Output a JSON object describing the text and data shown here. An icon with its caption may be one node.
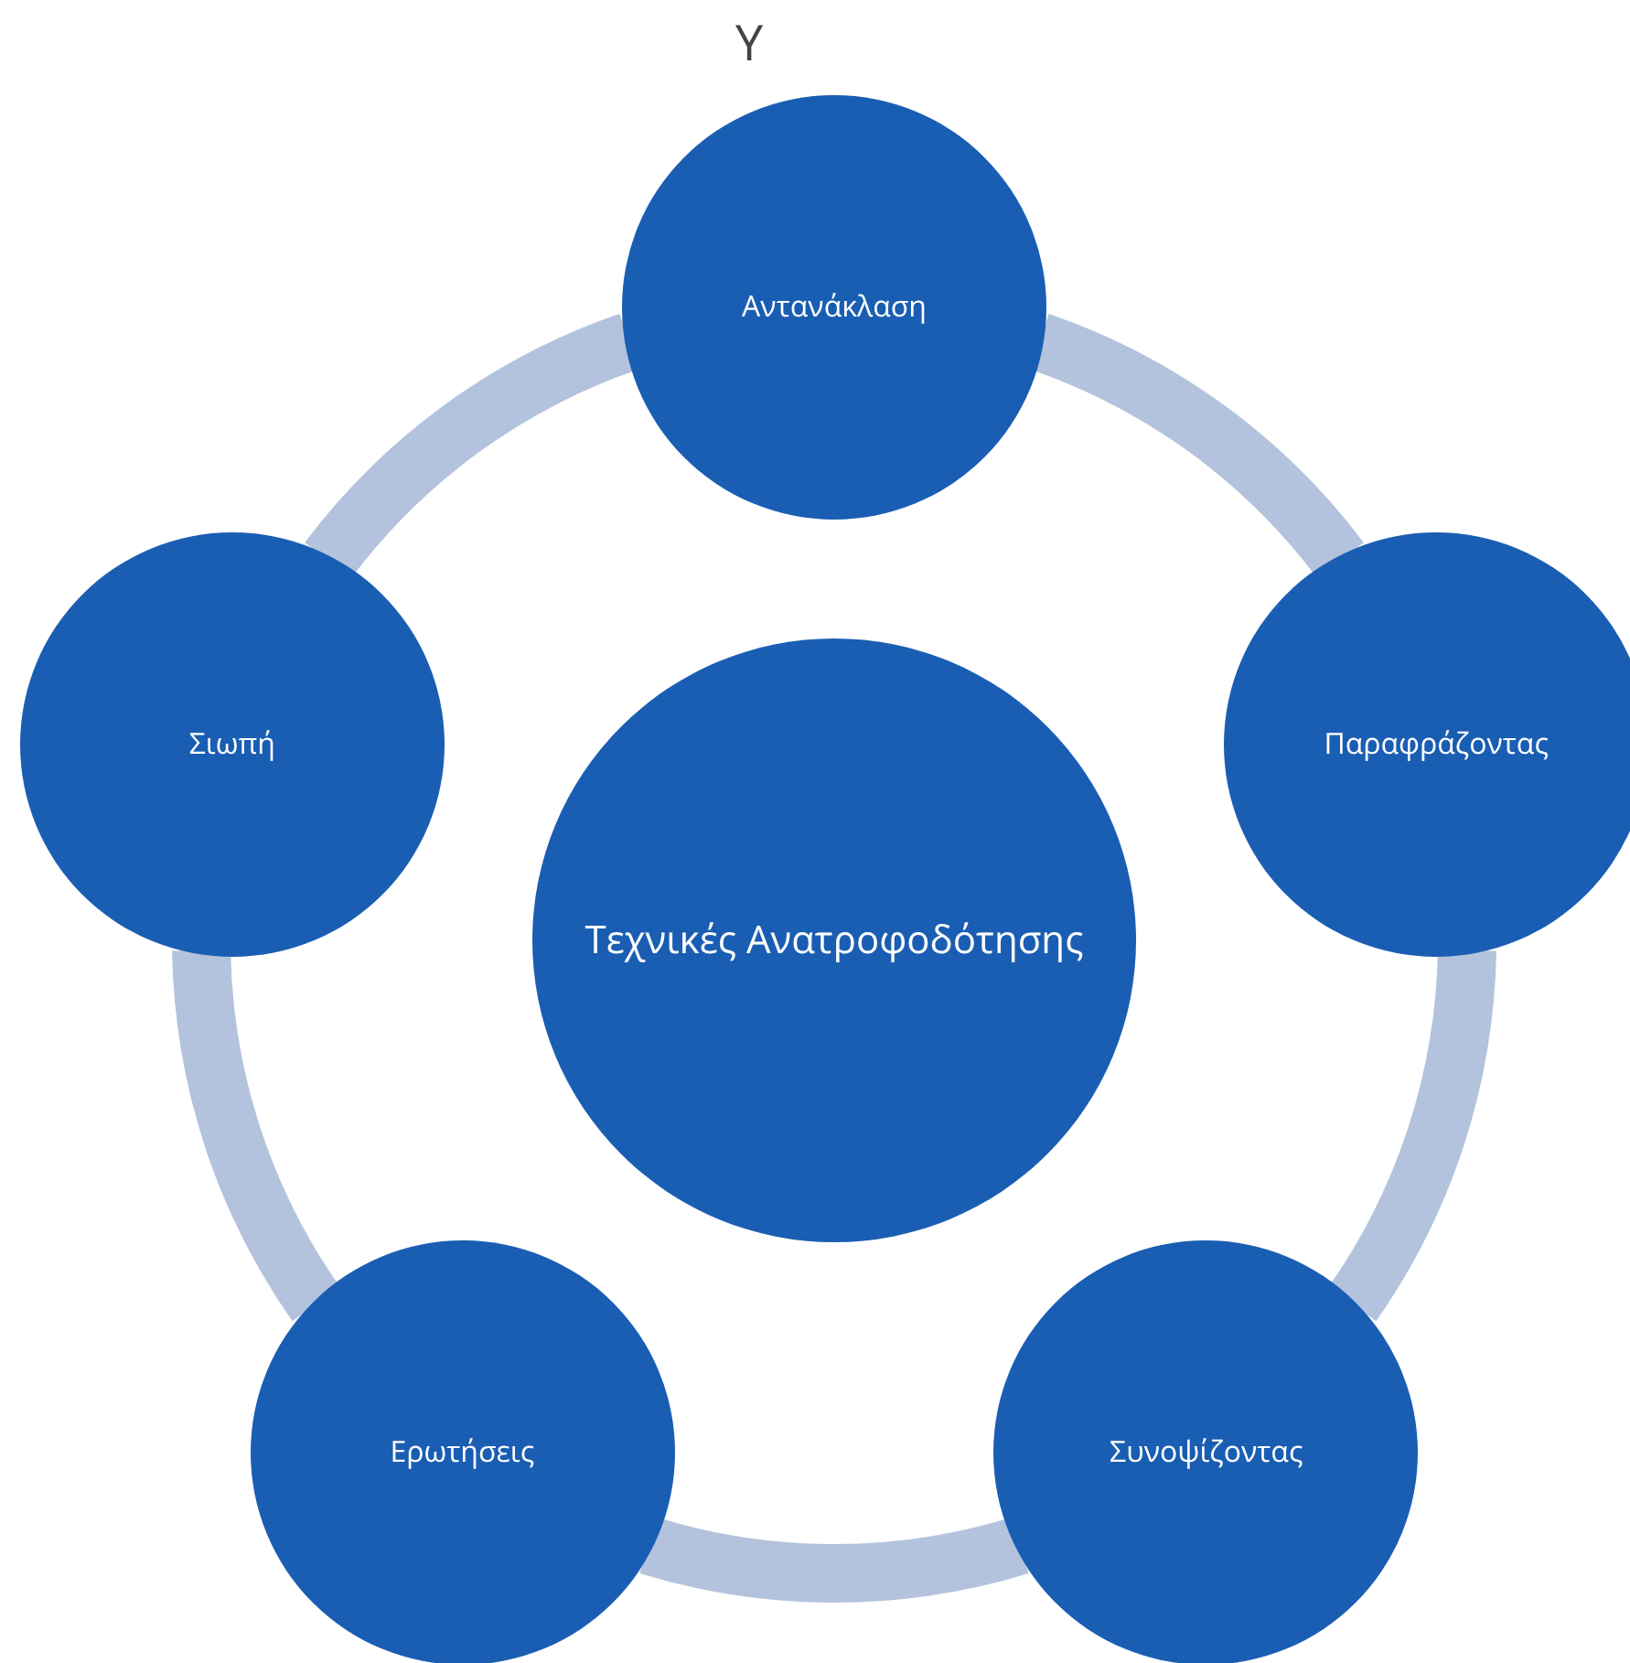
{
  "diagram": {
    "nodes": [
      {
        "text": [
          "Τεχνικές Ανατροφοδότησης"
        ]
      },
      {
        "text": [
          "Αντανάκλαση"
        ]
      },
      {
        "text": [
          "Παραφράζοντας"
        ]
      },
      {
        "text": [
          "Συνοψίζοντας"
        ]
      },
      {
        "text": [
          "Ερωτήσεις"
        ]
      },
      {
        "text": [
          "Σιωπή"
        ]
      }
    ],
    "edges": [
      {
        "from": 1,
        "to": 2,
        "arrow": "none"
      },
      {
        "from": 2,
        "to": 3,
        "arrow": "none"
      },
      {
        "from": 3,
        "to": 4,
        "arrow": "none"
      },
      {
        "from": 4,
        "to": 5,
        "arrow": "none"
      },
      {
        "from": 5,
        "to": 1,
        "arrow": "none"
      }
    ],
    "labels": [
      "Y"
    ]
  }
}
